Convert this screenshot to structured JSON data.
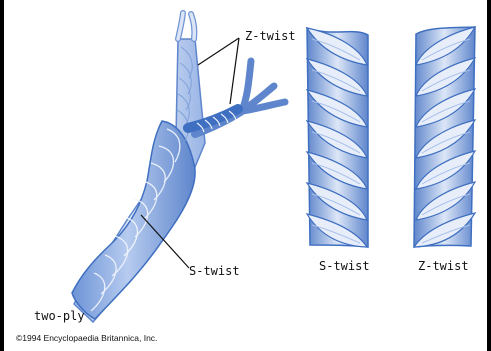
{
  "labels": {
    "z_twist_callout": "Z-twist",
    "s_twist_callout": "S-twist",
    "two_ply": "two-ply",
    "s_twist_strand": "S-twist",
    "z_twist_strand": "Z-twist"
  },
  "credit": "©1994 Encyclopaedia Britannica, Inc.",
  "colors": {
    "background": "#000000",
    "panel": "#ffffff",
    "rope_light": "#d8e3f4",
    "rope_mid": "#a9c1ea",
    "rope_dark": "#5f86cc",
    "rope_outline": "#3f6fc0",
    "leader_line": "#111111"
  }
}
